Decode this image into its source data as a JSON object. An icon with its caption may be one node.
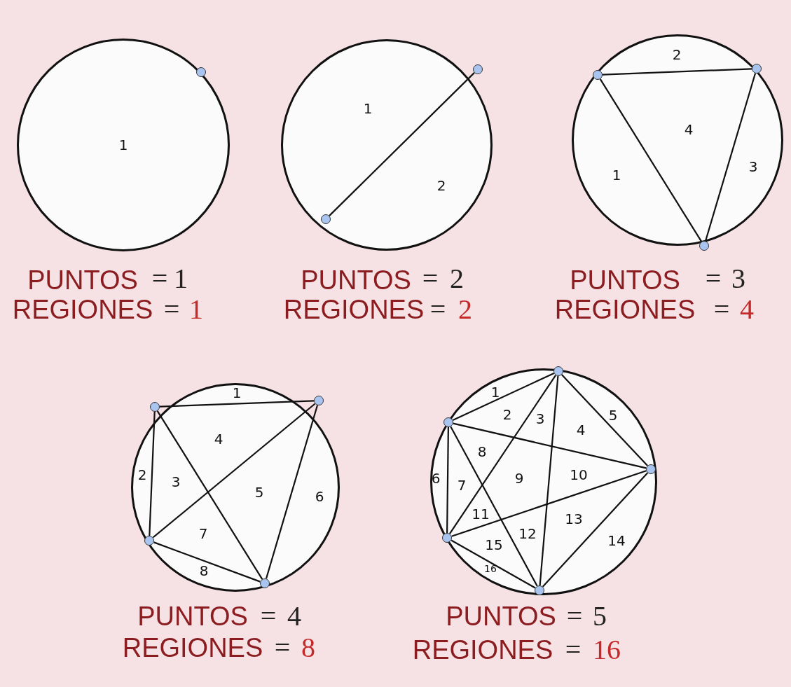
{
  "diagram": {
    "nodes": [
      {
        "text": [],
        "shape": "circle"
      },
      {
        "text": [],
        "shape": "circle"
      },
      {
        "text": [],
        "shape": "circle"
      },
      {
        "text": [],
        "shape": "circle"
      },
      {
        "text": [],
        "shape": "circle"
      },
      {
        "text": [],
        "shape": "circle"
      },
      {
        "text": [],
        "shape": "circle"
      },
      {
        "text": [],
        "shape": "circle"
      },
      {
        "text": [],
        "shape": "circle"
      },
      {
        "text": [],
        "shape": "circle"
      },
      {
        "text": [],
        "shape": "circle"
      },
      {
        "text": [],
        "shape": "circle"
      },
      {
        "text": [],
        "shape": "circle"
      },
      {
        "text": [],
        "shape": "circle"
      },
      {
        "text": [],
        "shape": "circle"
      }
    ],
    "edges": [
      {
        "from": 1,
        "to": 2,
        "arrow": "none"
      },
      {
        "from": 3,
        "to": 4,
        "arrow": "none"
      },
      {
        "from": 4,
        "to": 5,
        "arrow": "none"
      },
      {
        "from": 3,
        "to": 5,
        "arrow": "none"
      },
      {
        "from": 6,
        "to": 7,
        "arrow": "none"
      },
      {
        "from": 6,
        "to": 8,
        "arrow": "none"
      },
      {
        "from": 6,
        "to": 9,
        "arrow": "none"
      },
      {
        "from": 7,
        "to": 8,
        "arrow": "none"
      },
      {
        "from": 7,
        "to": 9,
        "arrow": "none"
      },
      {
        "from": 8,
        "to": 9,
        "arrow": "none"
      },
      {
        "from": 10,
        "to": 11,
        "arrow": "none"
      },
      {
        "from": 10,
        "to": 12,
        "arrow": "none"
      },
      {
        "from": 10,
        "to": 13,
        "arrow": "none"
      },
      {
        "from": 10,
        "to": 14,
        "arrow": "none"
      },
      {
        "from": 11,
        "to": 12,
        "arrow": "none"
      },
      {
        "from": 11,
        "to": 13,
        "arrow": "none"
      },
      {
        "from": 11,
        "to": 14,
        "arrow": "none"
      },
      {
        "from": 12,
        "to": 13,
        "arrow": "none"
      },
      {
        "from": 12,
        "to": 14,
        "arrow": "none"
      },
      {
        "from": 13,
        "to": 14,
        "arrow": "none"
      }
    ],
    "labels": [
      "1",
      "PUNTOS",
      "=",
      "1",
      "REGIONES",
      "=",
      "1",
      "1",
      "2",
      "PUNTOS",
      "=",
      "2",
      "REGIONES",
      "=",
      "2",
      "2",
      "4",
      "1",
      "3",
      "PUNTOS",
      "=",
      "3",
      "REGIONES",
      "=",
      "4",
      "1",
      "2",
      "3",
      "4",
      "5",
      "6",
      "7",
      "8",
      "PUNTOS",
      "=",
      "4",
      "REGIONES",
      "=",
      "8",
      "1",
      "2",
      "3",
      "4",
      "5",
      "6",
      "7",
      "8",
      "9",
      "10",
      "11",
      "12",
      "13",
      "14",
      "15",
      "16",
      "PUNTOS",
      "=",
      "5",
      "REGIONES",
      "=",
      "16"
    ]
  }
}
